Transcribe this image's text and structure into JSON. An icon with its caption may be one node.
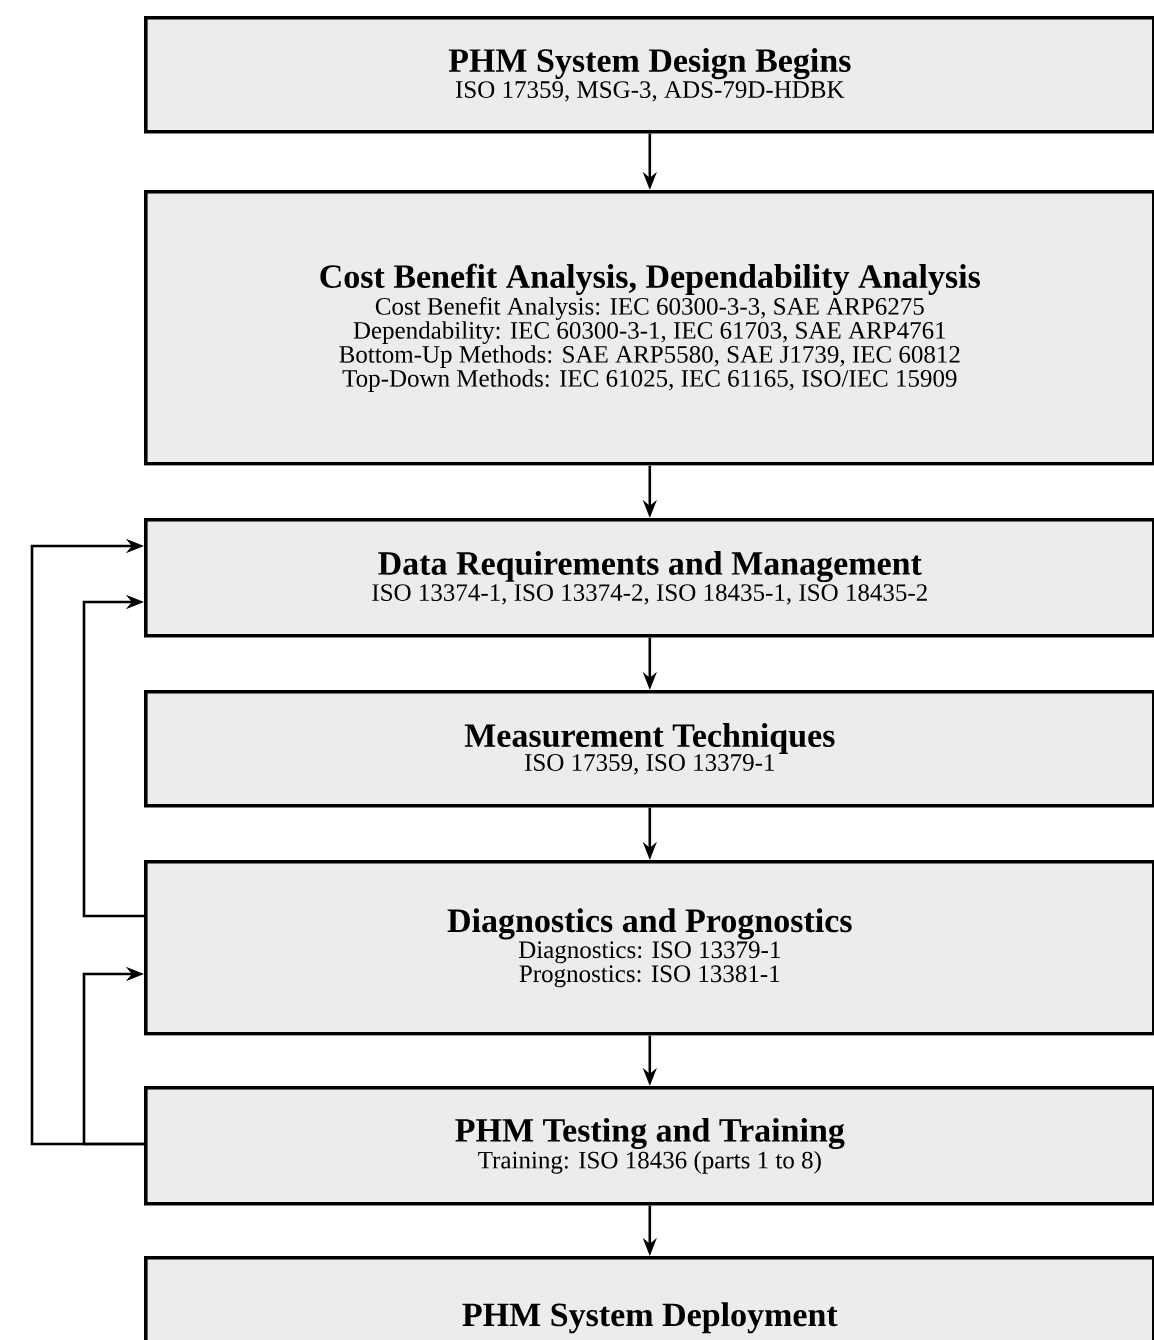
{
  "diagram": {
    "nodes": [
      {
        "text": [
          "PHM System Design Begins",
          "ISO 17359, MSG-3, ADS-79D-HDBK"
        ]
      },
      {
        "text": [
          "Cost Benefit Analysis, Dependability Analysis",
          "Cost Benefit Analysis: IEC 60300-3-3, SAE ARP6275",
          "Dependability: IEC 60300-3-1, IEC 61703, SAE ARP4761",
          "Bottom-Up Methods: SAE ARP5580, SAE J1739, IEC 60812",
          "Top-Down Methods: IEC 61025, IEC 61165, ISO/IEC 15909"
        ]
      },
      {
        "text": [
          "Data Requirements and Management",
          "ISO 13374-1, ISO 13374-2, ISO 18435-1, ISO 18435-2"
        ]
      },
      {
        "text": [
          "Measurement Techniques",
          "ISO 17359, ISO 13379-1"
        ]
      },
      {
        "text": [
          "Diagnostics and Prognostics",
          "Diagnostics: ISO 13379-1",
          "Prognostics: ISO 13381-1"
        ]
      },
      {
        "text": [
          "PHM Testing and Training",
          "Training: ISO 18436 (parts 1 to 8)"
        ]
      },
      {
        "text": [
          "PHM System Deployment"
        ]
      }
    ],
    "edges": [
      {
        "from": 0,
        "to": 1,
        "arrow": "to"
      },
      {
        "from": 1,
        "to": 2,
        "arrow": "to"
      },
      {
        "from": 2,
        "to": 3,
        "arrow": "to"
      },
      {
        "from": 3,
        "to": 4,
        "arrow": "to"
      },
      {
        "from": 4,
        "to": 5,
        "arrow": "to"
      },
      {
        "from": 5,
        "to": 6,
        "arrow": "to"
      },
      {
        "from": 4,
        "to": 2,
        "arrow": "to"
      },
      {
        "from": 5,
        "to": 2,
        "arrow": "to"
      },
      {
        "from": 5,
        "to": 4,
        "arrow": "to"
      }
    ]
  }
}
